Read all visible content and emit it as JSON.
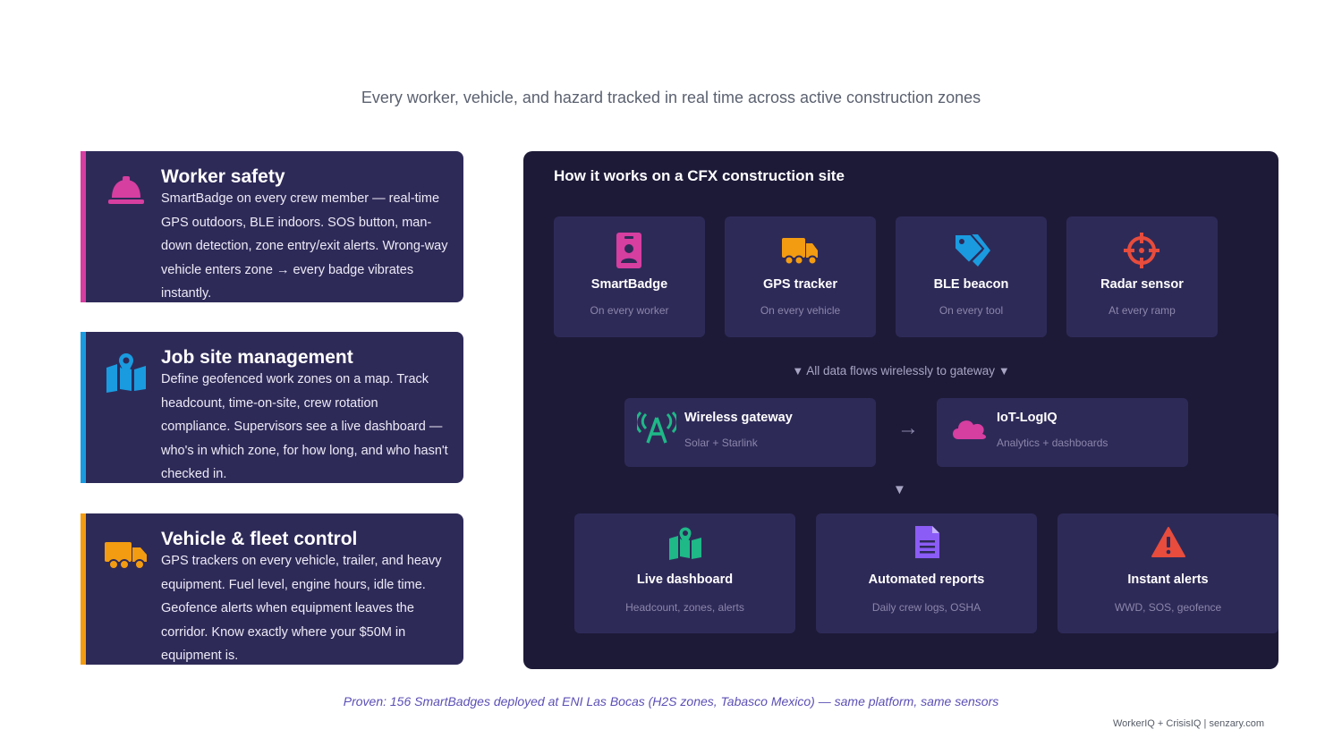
{
  "subtitle": "Every worker, vehicle, and hazard tracked in real time across active construction zones",
  "colors": {
    "pink": "#d63ea0",
    "blue": "#1a9be0",
    "orange": "#f39c12",
    "green": "#1fb887",
    "purple": "#8b5cf6",
    "red": "#e74c3c",
    "card": "#2e2a58",
    "panel": "#1d1a38"
  },
  "features": [
    {
      "icon": "hard-hat-icon",
      "title": "Worker safety",
      "desc": "SmartBadge on every crew member — real-time GPS outdoors, BLE indoors. SOS button, man-down detection, zone entry/exit alerts. Wrong-way vehicle enters zone → every badge vibrates instantly."
    },
    {
      "icon": "map-pin-icon",
      "title": "Job site management",
      "desc": "Define geofenced work zones on a map. Track headcount, time-on-site, crew rotation compliance. Supervisors see a live dashboard — who's in which zone, for how long, and who hasn't checked in."
    },
    {
      "icon": "truck-icon",
      "title": "Vehicle & fleet control",
      "desc": "GPS trackers on every vehicle, trailer, and heavy equipment. Fuel level, engine hours, idle time. Geofence alerts when equipment leaves the corridor. Know exactly where your $50M in equipment is."
    }
  ],
  "panel": {
    "title": "How it works on a CFX construction site",
    "devices": [
      {
        "icon": "badge-icon",
        "title": "SmartBadge",
        "sub": "On every worker"
      },
      {
        "icon": "truck-icon",
        "title": "GPS tracker",
        "sub": "On every vehicle"
      },
      {
        "icon": "tag-icon",
        "title": "BLE beacon",
        "sub": "On every tool"
      },
      {
        "icon": "crosshair-icon",
        "title": "Radar sensor",
        "sub": "At every ramp"
      }
    ],
    "flow_note": "All data flows wirelessly to gateway",
    "gateway": {
      "icon": "antenna-icon",
      "title": "Wireless gateway",
      "sub": "Solar + Starlink"
    },
    "platform": {
      "icon": "cloud-icon",
      "title": "IoT-LogIQ",
      "sub": "Analytics + dashboards"
    },
    "arrow_right": "→",
    "arrow_down": "▼",
    "tri": "▼",
    "outputs": [
      {
        "icon": "map-icon",
        "title": "Live dashboard",
        "sub": "Headcount, zones, alerts"
      },
      {
        "icon": "document-icon",
        "title": "Automated reports",
        "sub": "Daily crew logs, OSHA"
      },
      {
        "icon": "warning-icon",
        "title": "Instant alerts",
        "sub": "WWD, SOS, geofence"
      }
    ]
  },
  "proof": "Proven: 156 SmartBadges deployed at ENI Las Bocas (H2S zones, Tabasco Mexico) — same platform, same sensors",
  "footer": "WorkerIQ + CrisisIQ  |  senzary.com"
}
